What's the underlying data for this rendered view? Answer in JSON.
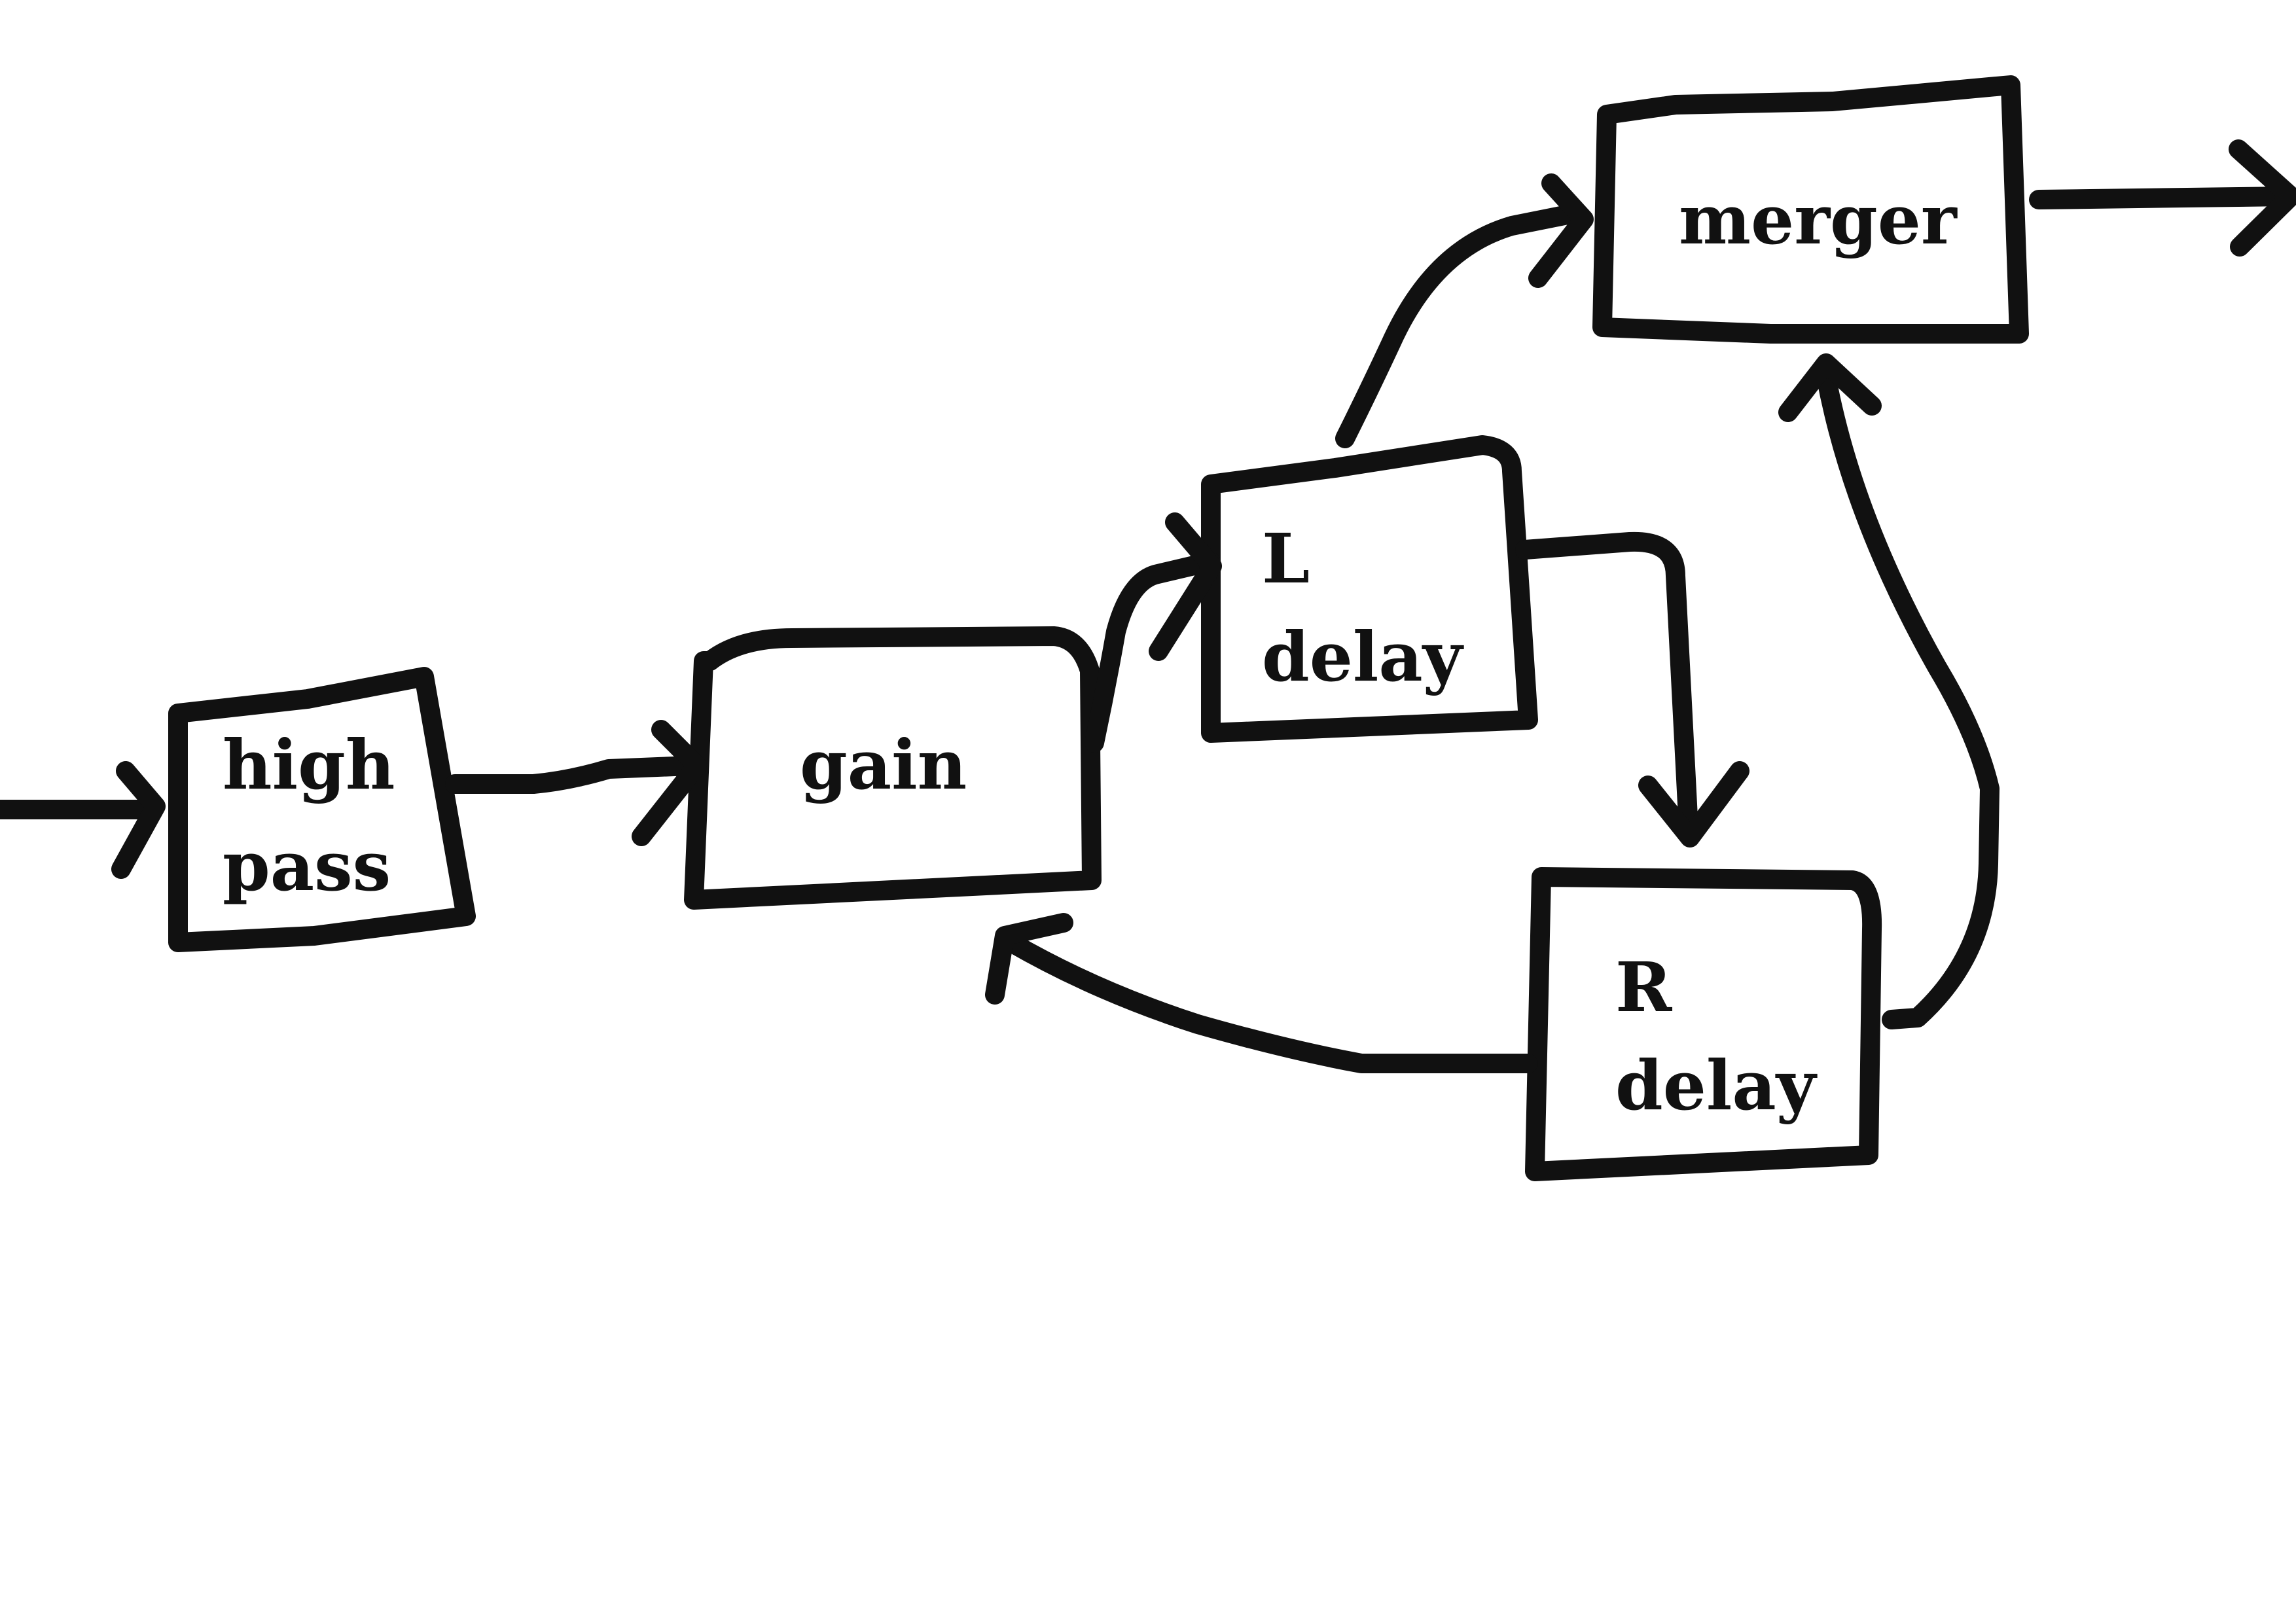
{
  "nodes": {
    "high_pass": {
      "line1": "high",
      "line2": "pass"
    },
    "gain": {
      "line1": "gain"
    },
    "l_delay": {
      "line1": "L",
      "line2": "delay"
    },
    "r_delay": {
      "line1": "R",
      "line2": "delay"
    },
    "merger": {
      "line1": "merger"
    }
  },
  "colors": {
    "ink": "#111111",
    "background": "#ffffff"
  }
}
